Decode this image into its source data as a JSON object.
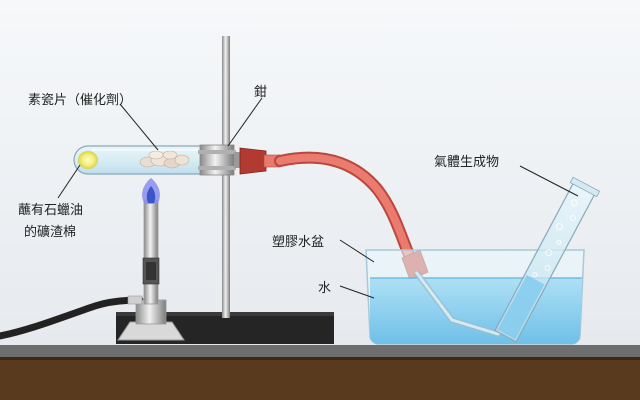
{
  "labels": {
    "porcelain": "素瓷片（催化劑）",
    "clamp": "鉗",
    "cotton": "蘸有石蠟油",
    "cotton_2": "的礦渣棉",
    "gas": "氣體生成物",
    "basin": "塑膠水盆",
    "water": "水"
  },
  "colors": {
    "background_top": "#eef1f4",
    "bench_top": "#6e6e6e",
    "bench_front": "#5a3a1e",
    "water": "#8ed0f0",
    "hose": "#e0665a",
    "stopper": "#b23a30",
    "flame_outer": "#7a7fe0",
    "flame_inner": "#3a56c8"
  }
}
